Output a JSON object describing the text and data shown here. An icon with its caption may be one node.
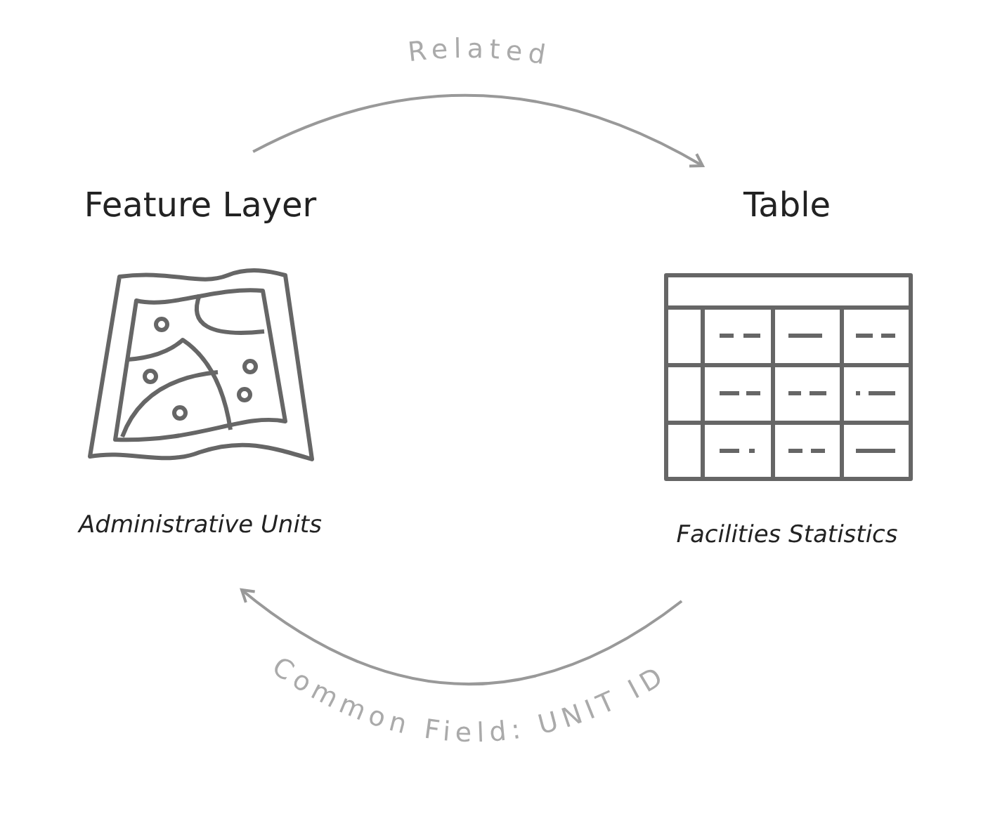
{
  "diagram": {
    "nodes": [
      {
        "text": [
          "Feature Layer",
          "Administrative Units"
        ]
      },
      {
        "text": [
          "Table",
          "Facilities Statistics"
        ]
      }
    ],
    "edges": [
      {
        "from": 0,
        "to": 1,
        "arrow": "to",
        "label": "Related"
      },
      {
        "from": 1,
        "to": 0,
        "arrow": "to",
        "label": "Common Field: UNIT ID"
      }
    ]
  }
}
